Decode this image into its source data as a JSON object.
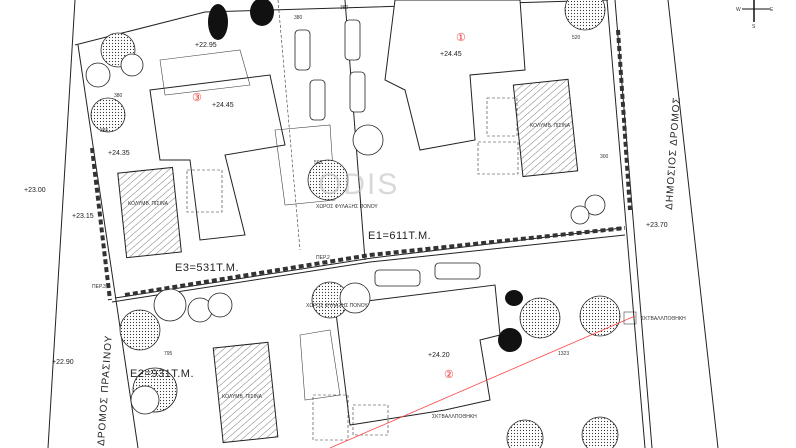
{
  "plot_numbers": {
    "one": "①",
    "two": "②",
    "three": "③"
  },
  "levels": {
    "l1": "+24.45",
    "l2": "+24.45",
    "l3": "+22.95",
    "l4": "+24.35",
    "l5": "+23.00",
    "l6": "+23.15",
    "l7": "+23.70",
    "l8": "+22.90",
    "l9": "+24.20"
  },
  "areas": {
    "e1": "E1=611T.M.",
    "e2": "E2=931T.M.",
    "e3": "E3=531T.M."
  },
  "roads": {
    "public_road": "ΔΗΜΟΣΙΟΣ ΔΡΟΜΟΣ",
    "green_road": "ΔΡΟΜΟΣ ΠΡΑΣΙΝΟΥ"
  },
  "labels": {
    "per3": "ΠΕΡ.3",
    "per2": "ΠΕΡ.2",
    "bin1": "ΣΚΤΒΑΛΛΠΟΘΗΚΗ",
    "bin2": "ΣΚΤΒΑΛΛΠΟΘΗΚΗ",
    "pool1": "ΚΟΛΥΜΒ. ΠΙΣΙΝΑ",
    "pool2": "ΚΟΛΥΜΒ. ΠΙΣΙΝΑ",
    "pool3": "ΚΟΛΥΜΒ. ΠΙΣΙΝΑ",
    "storage1": "ΧΩΡΟΣ ΦΥΛΑΞΗΣ ΠΟΝΟΥ",
    "storage2": "ΧΩΡΟΣ ΦΥΛΑΞΗΣ ΠΟΝΟΥ"
  },
  "dimensions": {
    "d1": "380",
    "d2": "380",
    "d3": "380",
    "d4": "385",
    "d5": "565",
    "d6": "520",
    "d7": "300",
    "d8": "795",
    "d9": "1323"
  },
  "compass": {
    "w": "W",
    "e": "E",
    "s": "S"
  },
  "watermark": "ODIS",
  "colors": {
    "plot_marker": "#ee3333",
    "linework": "#222222"
  }
}
